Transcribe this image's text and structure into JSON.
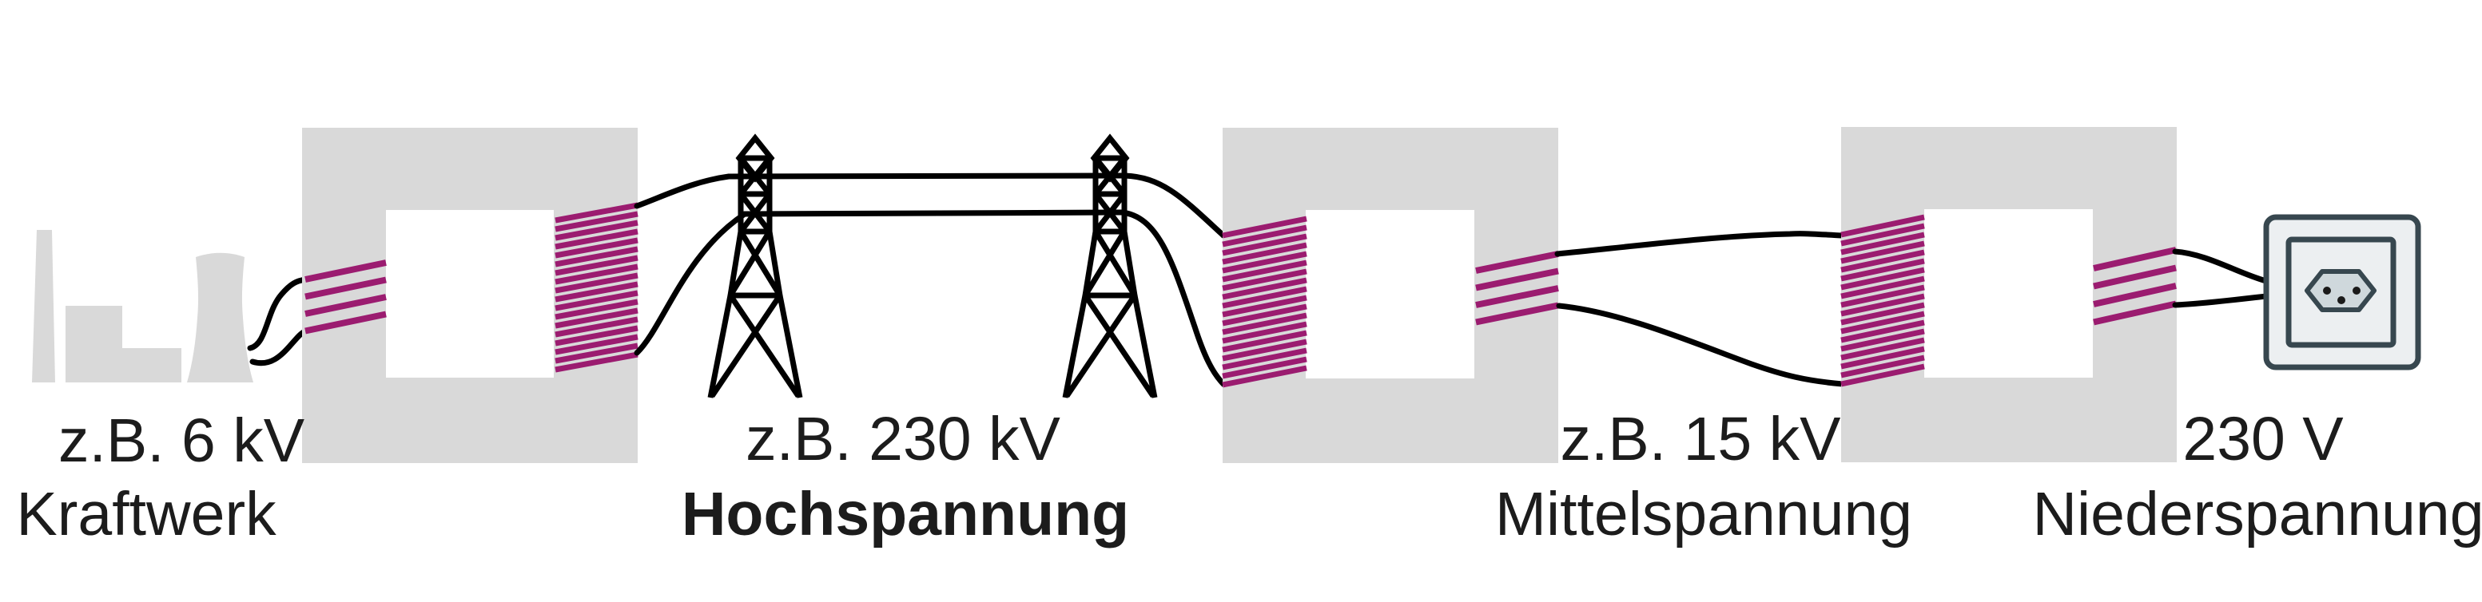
{
  "stations": [
    {
      "voltage": "z.B. 6 kV",
      "name": "Kraftwerk"
    },
    {
      "voltage": "z.B. 230 kV",
      "name": "Hochspannung"
    },
    {
      "voltage": "z.B. 15 kV",
      "name": "Mittelspannung"
    },
    {
      "voltage": "230 V",
      "name": "Niederspannung"
    }
  ],
  "colors": {
    "coil": "#9b1c70",
    "core": "#d9d9d9",
    "wire": "#000000",
    "text": "#1c1c1c",
    "socket-outline": "#37474f",
    "socket-fill": "#eceff1",
    "socket-recess": "#cfd8dc",
    "socket-hole": "#1a1a1a"
  }
}
